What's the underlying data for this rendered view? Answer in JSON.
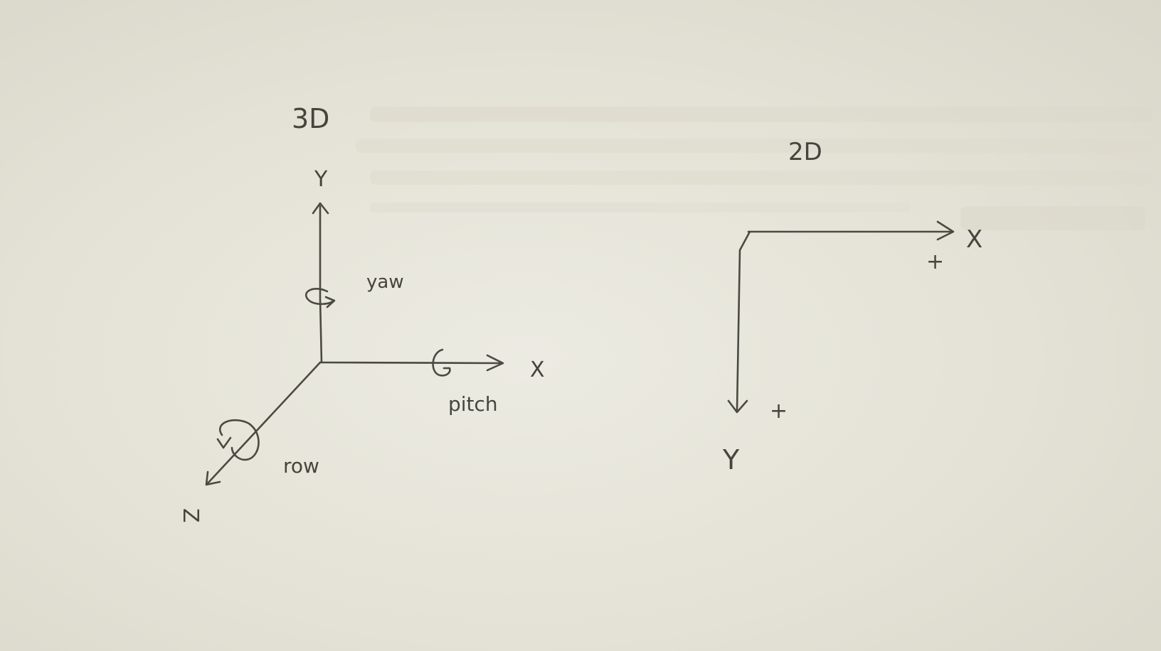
{
  "diagrams": [
    {
      "title": "3D",
      "axes": {
        "y": "Y",
        "x": "X",
        "z": "Z"
      },
      "rotations": {
        "yaw": "yaw",
        "pitch": "pitch",
        "roll": "row"
      }
    },
    {
      "title": "2D",
      "axes": {
        "x": "X",
        "y": "Y"
      },
      "directions": {
        "x": "+",
        "y": "+"
      }
    }
  ],
  "colors": {
    "paper": "#e6e4d9",
    "pencil": "#4a4a42"
  }
}
